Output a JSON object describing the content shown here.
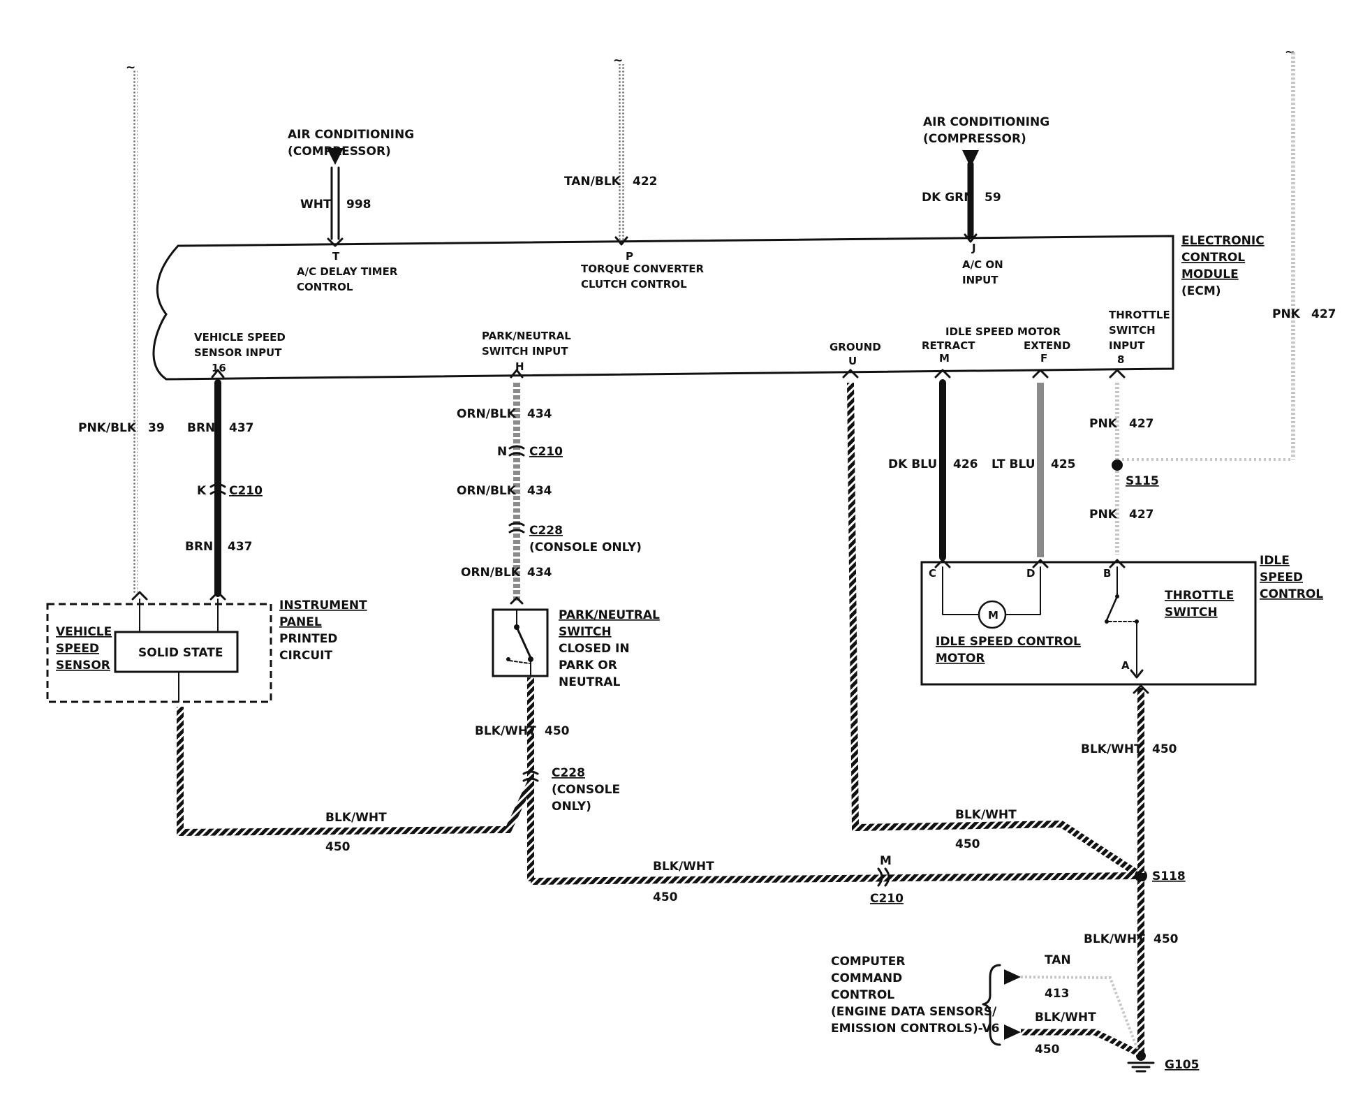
{
  "ecm": {
    "title_lines": [
      "ELECTRONIC",
      "CONTROL",
      "MODULE",
      "(ECM)"
    ]
  },
  "pins": {
    "T": {
      "pin": "T",
      "label1": "A/C DELAY TIMER",
      "label2": "CONTROL"
    },
    "P": {
      "pin": "P",
      "label1": "TORQUE CONVERTER",
      "label2": "CLUTCH CONTROL"
    },
    "J": {
      "pin": "J",
      "label1": "A/C ON",
      "label2": "INPUT"
    },
    "16": {
      "pin": "16",
      "label1": "VEHICLE SPEED",
      "label2": "SENSOR INPUT"
    },
    "H": {
      "pin": "H",
      "label1": "PARK/NEUTRAL",
      "label2": "SWITCH INPUT"
    },
    "U": {
      "pin": "U",
      "label1": "GROUND"
    },
    "M": {
      "pin": "M",
      "label1": "RETRACT"
    },
    "F": {
      "pin": "F",
      "label1": "EXTEND"
    },
    "idle_motor_group": "IDLE SPEED MOTOR",
    "8": {
      "pin": "8",
      "label1": "THROTTLE",
      "label2": "SWITCH",
      "label3": "INPUT"
    }
  },
  "ac_left": {
    "line1": "AIR CONDITIONING",
    "line2": "(COMPRESSOR)"
  },
  "ac_right": {
    "line1": "AIR CONDITIONING",
    "line2": "(COMPRESSOR)"
  },
  "wires": {
    "wht": {
      "color": "WHT",
      "circuit": "998"
    },
    "tanblk": {
      "color": "TAN/BLK",
      "circuit": "422"
    },
    "dkgrn": {
      "color": "DK GRN",
      "circuit": "59"
    },
    "pnk_far": {
      "color": "PNK",
      "circuit": "427"
    },
    "pnkblk": {
      "color": "PNK/BLK",
      "circuit": "39"
    },
    "brn_top": {
      "color": "BRN",
      "circuit": "437"
    },
    "brn_bot": {
      "color": "BRN",
      "circuit": "437"
    },
    "orn1": {
      "color": "ORN/BLK",
      "circuit": "434"
    },
    "orn2": {
      "color": "ORN/BLK",
      "circuit": "434"
    },
    "orn3": {
      "color": "ORN/BLK",
      "circuit": "434"
    },
    "dkblu": {
      "color": "DK BLU",
      "circuit": "426"
    },
    "ltblu": {
      "color": "LT BLU",
      "circuit": "425"
    },
    "pnk_top": {
      "color": "PNK",
      "circuit": "427"
    },
    "pnk_bot": {
      "color": "PNK",
      "circuit": "427"
    },
    "blkwht_pn": {
      "color": "BLK/WHT",
      "circuit": "450"
    },
    "blkwht_vss": {
      "color": "BLK/WHT",
      "circuit": "450"
    },
    "blkwht_mid": {
      "color": "BLK/WHT",
      "circuit": "450"
    },
    "blkwht_gnd": {
      "color": "BLK/WHT",
      "circuit": "450"
    },
    "blkwht_isc": {
      "color": "BLK/WHT",
      "circuit": "450"
    },
    "blkwht_g105": {
      "color": "BLK/WHT",
      "circuit": "450"
    },
    "tan_ccc": {
      "color": "TAN",
      "circuit": "413"
    },
    "blkwht_ccc": {
      "color": "BLK/WHT",
      "circuit": "450"
    }
  },
  "connectors": {
    "c210_k": {
      "pin": "K",
      "name": "C210"
    },
    "c210_n": {
      "pin": "N",
      "name": "C210"
    },
    "c228_a": {
      "name": "C228",
      "note": "(CONSOLE ONLY)"
    },
    "c228_b": {
      "name": "C228",
      "note1": "(CONSOLE",
      "note2": "ONLY)"
    },
    "c210_m": {
      "pin": "M",
      "name": "C210"
    },
    "s115": "S115",
    "s118": "S118",
    "g105": "G105"
  },
  "vss": {
    "title_lines": [
      "VEHICLE",
      "SPEED",
      "SENSOR"
    ],
    "inner": "SOLID STATE",
    "ipc_lines": [
      "INSTRUMENT",
      "PANEL",
      "PRINTED",
      "CIRCUIT"
    ]
  },
  "pn_switch": {
    "lines": [
      "PARK/NEUTRAL",
      "SWITCH",
      "CLOSED IN",
      "PARK OR",
      "NEUTRAL"
    ]
  },
  "isc": {
    "title_lines": [
      "IDLE",
      "SPEED",
      "CONTROL"
    ],
    "motor_lines": [
      "IDLE SPEED CONTROL",
      "MOTOR"
    ],
    "motor_symbol": "M",
    "throttle_lines": [
      "THROTTLE",
      "SWITCH"
    ],
    "pin_c": "C",
    "pin_d": "D",
    "pin_b": "B",
    "pin_a": "A"
  },
  "ccc": {
    "lines": [
      "COMPUTER",
      "COMMAND",
      "CONTROL",
      "(ENGINE DATA SENSORS/",
      "EMISSION CONTROLS)-V6"
    ]
  },
  "symbols": {
    "tilde": "~"
  }
}
